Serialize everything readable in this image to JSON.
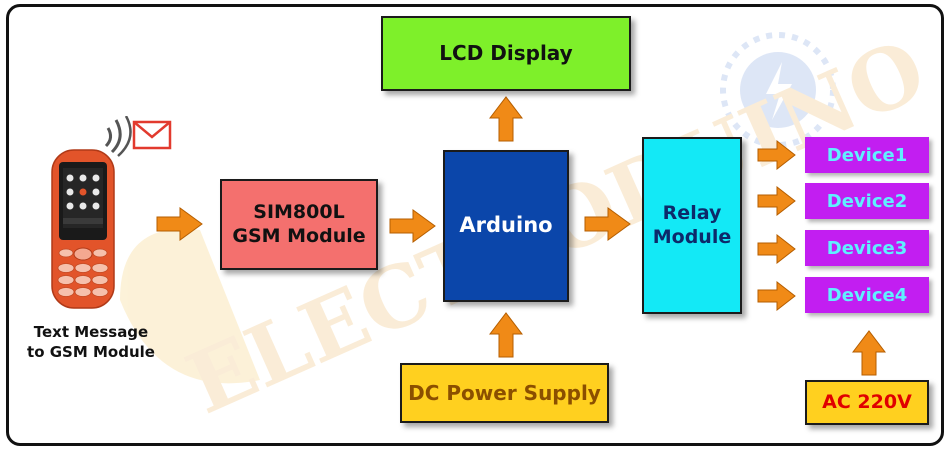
{
  "diagram": {
    "lcd_label": "LCD Display",
    "gsm_label_line1": "SIM800L",
    "gsm_label_line2": "GSM Module",
    "arduino_label": "Arduino",
    "relay_label_line1": "Relay",
    "relay_label_line2": "Module",
    "power_label": "DC Power Supply",
    "ac_label": "AC 220V",
    "devices": [
      "Device1",
      "Device2",
      "Device3",
      "Device4"
    ],
    "caption_line1": "Text Message",
    "caption_line2": "to GSM Module",
    "watermark_text": "ELECTRODUINO"
  },
  "colors": {
    "lcd": "#7ef02a",
    "gsm": "#f4706e",
    "arduino": "#0b46aa",
    "relay": "#13e9f6",
    "power": "#ffd01f",
    "device": "#c21ef1",
    "arrow": "#f08a17"
  },
  "icons": [
    "mobile-phone-icon",
    "envelope-icon",
    "signal-waves-icon",
    "arrow-icon"
  ]
}
